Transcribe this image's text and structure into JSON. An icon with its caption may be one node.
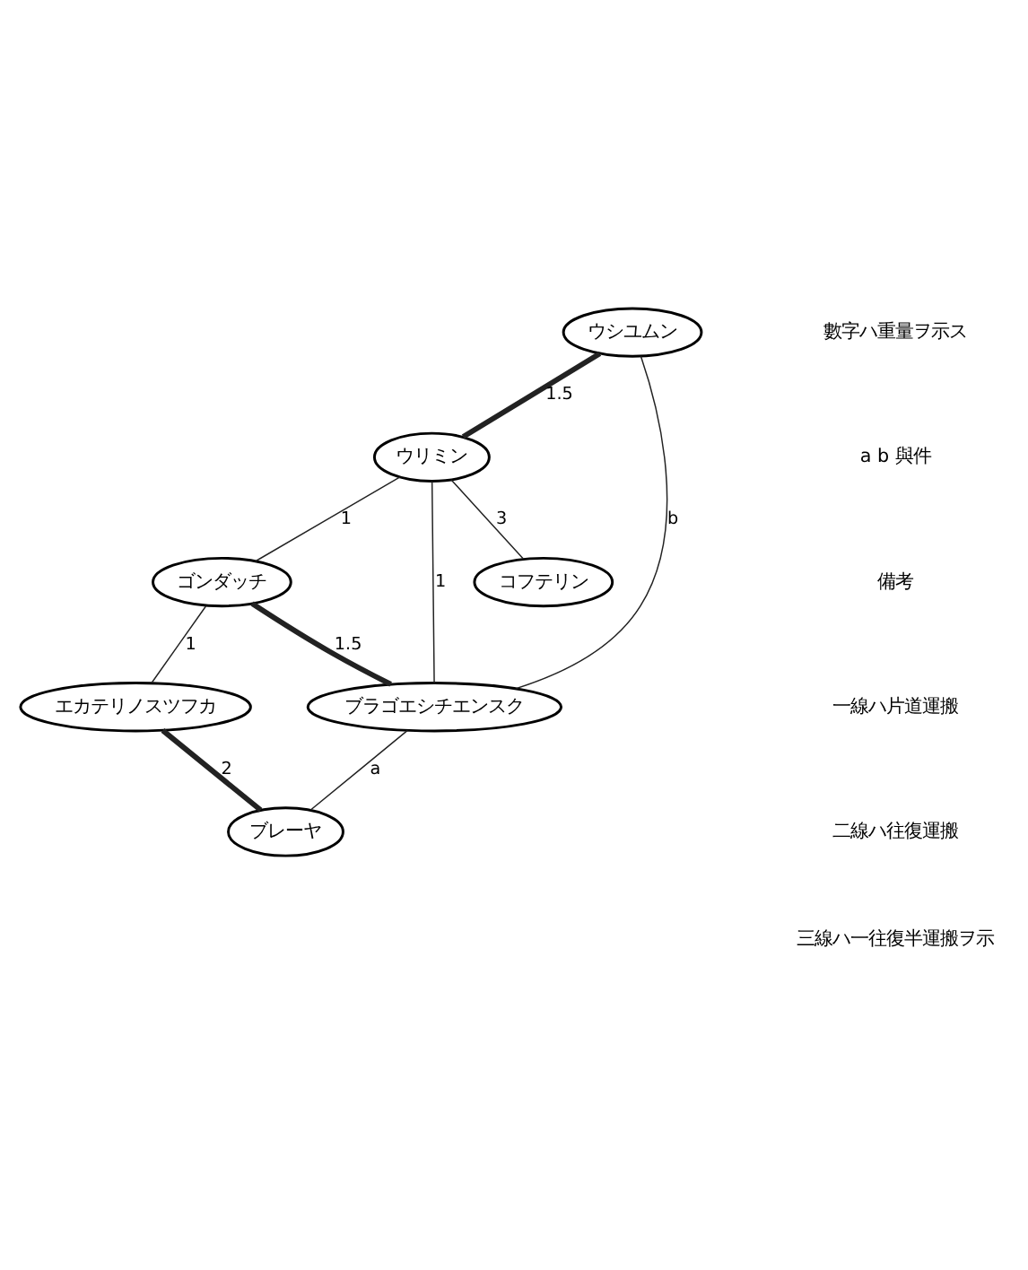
{
  "diagram": {
    "nodes": [
      {
        "text": [
          "ウシユムン"
        ]
      },
      {
        "text": [
          "コフテリン"
        ]
      },
      {
        "text": [
          "ウリミン"
        ]
      },
      {
        "text": [
          "ゴンダッチ"
        ]
      },
      {
        "text": [
          "ブラゴエシチエンスク"
        ]
      },
      {
        "text": [
          "エカテリノスツフカ"
        ]
      },
      {
        "text": [
          "ブレーヤ"
        ]
      }
    ],
    "edges": [
      {
        "from": 0,
        "to": 2,
        "arrow": "none",
        "label": "1.5",
        "style": "thick"
      },
      {
        "from": 2,
        "to": 1,
        "arrow": "none",
        "label": "3"
      },
      {
        "from": 2,
        "to": 3,
        "arrow": "none",
        "label": "1"
      },
      {
        "from": 0,
        "to": 4,
        "arrow": "none",
        "label": "b"
      },
      {
        "from": 2,
        "to": 4,
        "arrow": "none",
        "label": "1"
      },
      {
        "from": 3,
        "to": 4,
        "arrow": "none",
        "label": "1.5",
        "style": "thick"
      },
      {
        "from": 3,
        "to": 5,
        "arrow": "none",
        "label": "1"
      },
      {
        "from": 4,
        "to": 6,
        "arrow": "none",
        "label": "a"
      },
      {
        "from": 5,
        "to": 6,
        "arrow": "none",
        "label": "2",
        "style": "thick"
      }
    ],
    "labels": [
      "數字ハ重量ヲ示ス",
      "a b 與件",
      "備考",
      "一線ハ片道運搬",
      "二線ハ往復運搬",
      "三線ハ一往復半運搬ヲ示"
    ]
  }
}
